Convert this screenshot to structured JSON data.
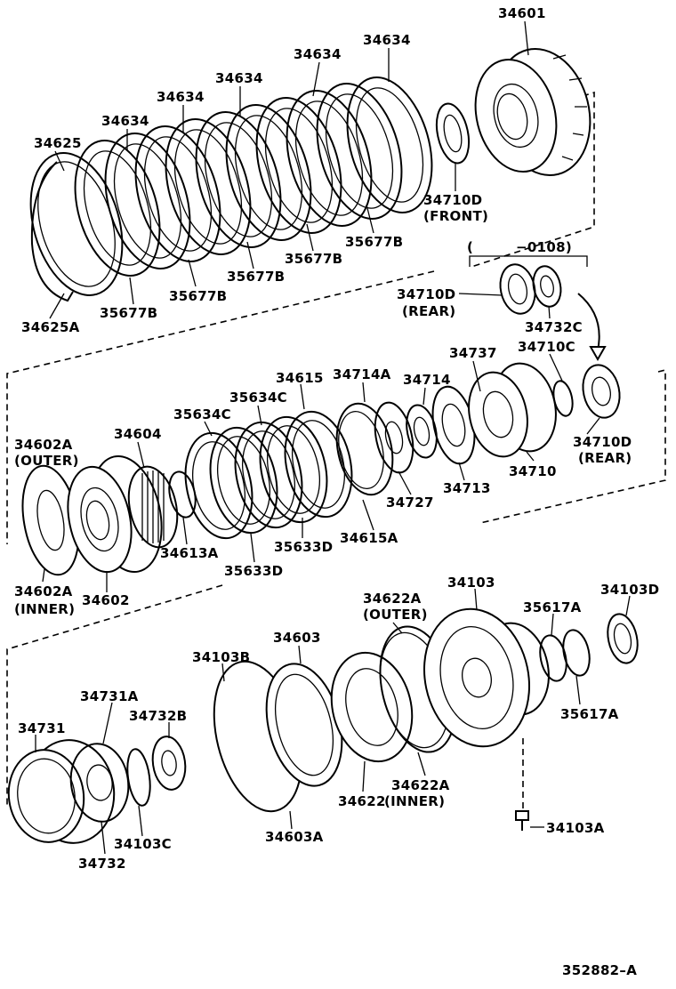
{
  "diagram_code": "352882–A",
  "labels": {
    "34601": "34601",
    "34634_a": "34634",
    "34634_b": "34634",
    "34634_c": "34634",
    "34634_d": "34634",
    "34634_e": "34634",
    "34625": "34625",
    "34710D_front": "34710D",
    "front_tag": "(FRONT)",
    "35677B_a": "35677B",
    "35677B_b": "35677B",
    "35677B_c": "35677B",
    "35677B_d": "35677B",
    "35677B_e": "35677B",
    "34625A": "34625A",
    "range_open": "(",
    "range_code": "−0108)",
    "34710D_rear_a": "34710D",
    "rear_tag_a": "(REAR)",
    "34732C": "34732C",
    "34737": "34737",
    "34710C": "34710C",
    "34615": "34615",
    "34714A": "34714A",
    "34714": "34714",
    "35634C_a": "35634C",
    "35634C_b": "35634C",
    "34602A_outer": "34602A",
    "outer_tag_a": "(OUTER)",
    "34604": "34604",
    "34710D_rear_b": "34710D",
    "rear_tag_b": "(REAR)",
    "34710": "34710",
    "34713": "34713",
    "34727": "34727",
    "34613A": "34613A",
    "35633D_a": "35633D",
    "35633D_b": "35633D",
    "34615A": "34615A",
    "34602A_inner": "34602A",
    "inner_tag_a": "(INNER)",
    "34602": "34602",
    "34622A_outer": "34622A",
    "outer_tag_b": "(OUTER)",
    "34103": "34103",
    "34103D": "34103D",
    "35617A_a": "35617A",
    "35617A_b": "35617A",
    "34603": "34603",
    "34103B": "34103B",
    "34731A": "34731A",
    "34732B": "34732B",
    "34731": "34731",
    "34622A_inner": "34622A",
    "inner_tag_b": "(INNER)",
    "34622": "34622",
    "34103A": "34103A",
    "34103C": "34103C",
    "34603A": "34603A",
    "34732": "34732"
  }
}
